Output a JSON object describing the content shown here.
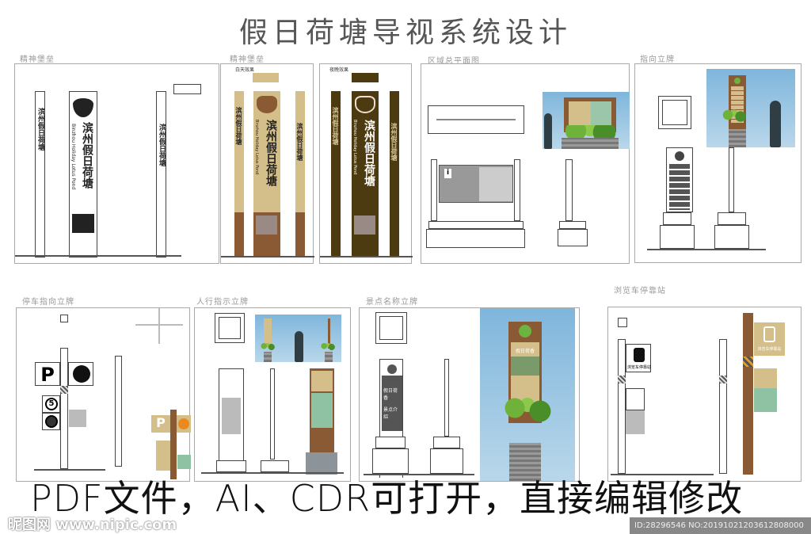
{
  "title": "假日荷塘导视系统设计",
  "sections": {
    "spirit_fortress_1": "精神堡垒",
    "spirit_fortress_2": "精神堡垒",
    "area_plan": "区域总平面图",
    "direction_sign": "指向立牌",
    "parking_sign": "停车指向立牌",
    "pedestrian_sign": "人行指示立牌",
    "scenic_name_sign": "景点名称立牌",
    "sightseeing_stop": "浏览车停靠站"
  },
  "sublabels": {
    "day": "白天效果",
    "night": "夜晚效果"
  },
  "sign": {
    "name_cn": "滨州假日荷塘",
    "name_en": "Binzhou Holiday Lotus Pond",
    "small_name": "滨州假日荷塘",
    "scenic_title": "假日荷香",
    "scenic_intro": "景点介绍",
    "bus_stop": "浏览车停靠站",
    "parking": "P",
    "speed": "5",
    "info": "i"
  },
  "footer": "PDF文件，AI、CDR可打开，直接编辑修改",
  "watermark": "昵图网 www.nipic.com",
  "image_id": "ID:28296546 NO:20191021203612808000"
}
